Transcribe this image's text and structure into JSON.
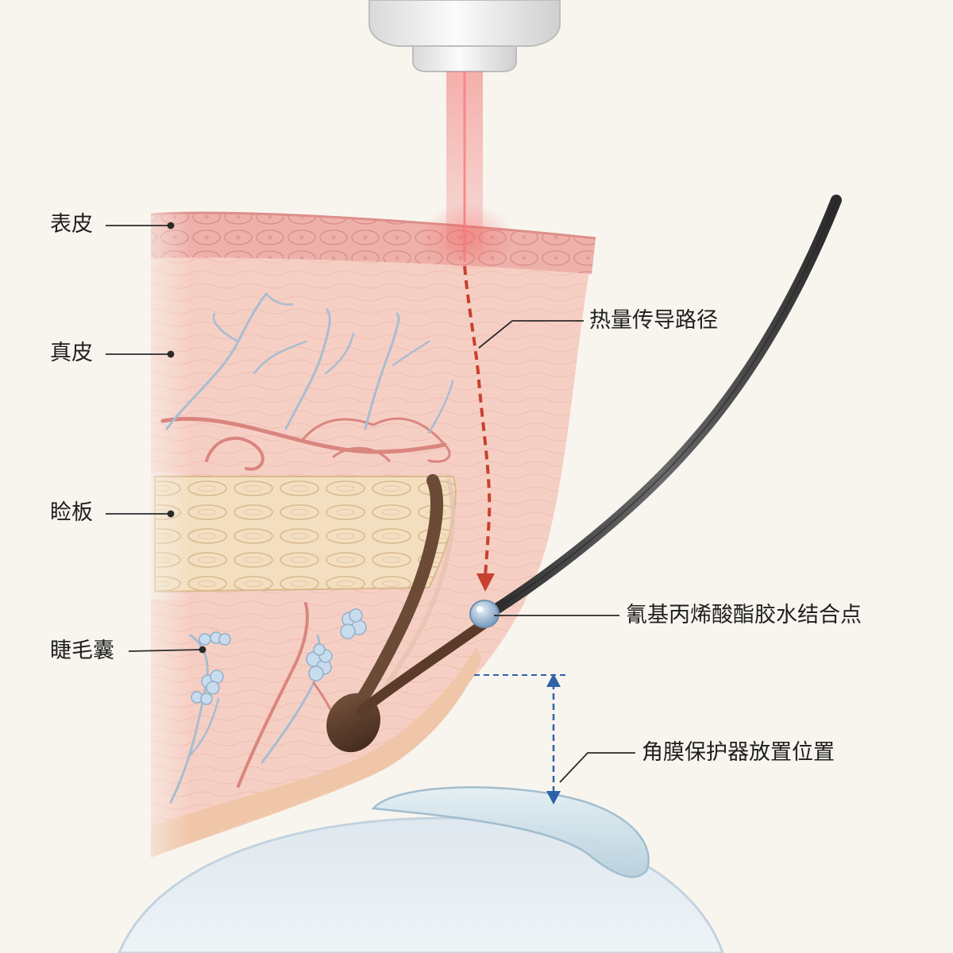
{
  "labels": {
    "epidermis": "表皮",
    "dermis": "真皮",
    "tarsal_plate": "睑板",
    "lash_follicle": "睫毛囊",
    "heat_path": "热量传导路径",
    "glue_point": "氰基丙烯酸酯胶水结合点",
    "cornea_shield": "角膜保护器放置位置"
  },
  "colors": {
    "background": "#f8f5ef",
    "skin": "#f4c9bf",
    "epidermis": "#eba9a4",
    "tarsal": "#f1dcbc",
    "vessel_red": "#d9867f",
    "vessel_blue": "#a8bdd1",
    "laser": "#f05a5a",
    "heat_arrow": "#c8402f",
    "lash": "#4a4a4a",
    "follicle": "#5b3b2a",
    "glue": "#9ab5cf",
    "eye": "#e6edf3",
    "shield": "#d6e6ee",
    "dim_line": "#2e62a8"
  }
}
